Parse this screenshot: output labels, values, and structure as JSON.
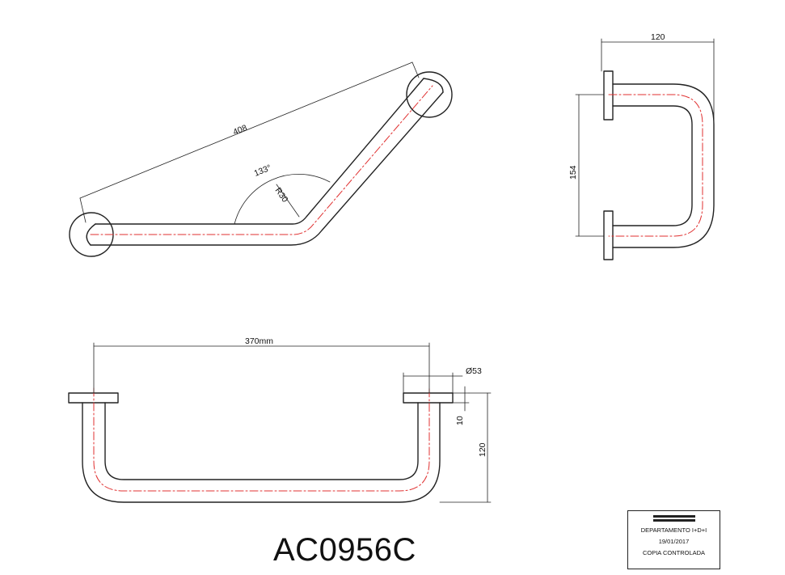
{
  "part_code": "AC0956C",
  "dimensions": {
    "angled_length": "408",
    "angle": "133°",
    "bend_radius": "R30",
    "side_depth": "120",
    "side_height": "154",
    "front_length": "370mm",
    "rosette_diameter": "Ø53",
    "rosette_thickness": "10",
    "front_depth": "120"
  },
  "stamp": {
    "department": "DEPARTAMENTO I+D+I",
    "date": "19/01/2017",
    "status": "COPIA CONTROLADA"
  },
  "colors": {
    "outline": "#222222",
    "centerline": "#e03030"
  }
}
